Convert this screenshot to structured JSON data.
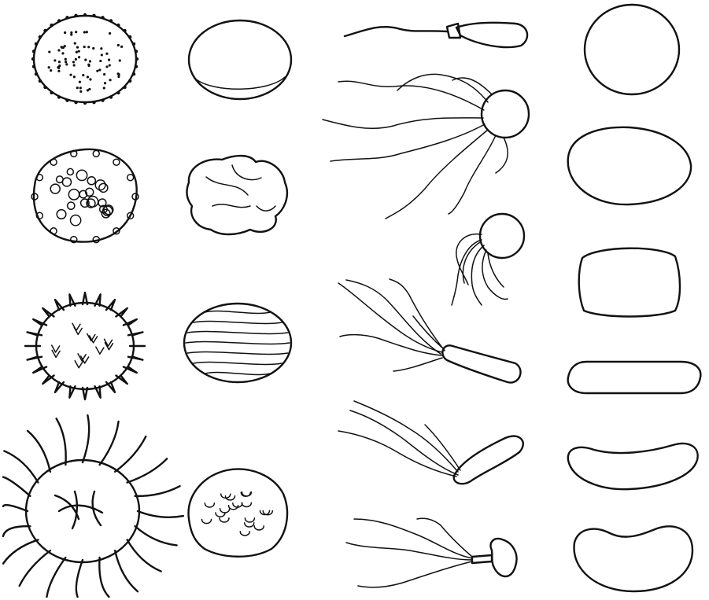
{
  "figure": {
    "ink": "#111111",
    "paper": "#ffffff"
  },
  "columns": [
    {
      "name": "ornamented-spheres",
      "rows": [
        {
          "icon": "dotted-sphere-icon"
        },
        {
          "icon": "bumpy-sphere-icon"
        },
        {
          "icon": "spiny-sphere-icon"
        },
        {
          "icon": "long-spined-sphere-icon"
        }
      ]
    },
    {
      "name": "plain-bodies",
      "rows": [
        {
          "icon": "smooth-disc-icon"
        },
        {
          "icon": "wrinkled-body-icon"
        },
        {
          "icon": "banded-body-icon"
        },
        {
          "icon": "cratered-body-icon"
        }
      ]
    },
    {
      "name": "flagellated-cells",
      "rows": [
        {
          "icon": "single-flagellum-cell-icon"
        },
        {
          "icon": "multi-flagella-round-cell-icon"
        },
        {
          "icon": "tufted-round-cell-icon"
        },
        {
          "icon": "rod-with-flagella-icon"
        },
        {
          "icon": "curved-rod-with-flagella-icon"
        },
        {
          "icon": "stalked-cell-with-flagella-icon"
        }
      ]
    },
    {
      "name": "cell-outlines",
      "rows": [
        {
          "icon": "circle-outline-icon"
        },
        {
          "icon": "oval-outline-icon"
        },
        {
          "icon": "rounded-square-outline-icon"
        },
        {
          "icon": "capsule-outline-icon"
        },
        {
          "icon": "curved-capsule-outline-icon"
        },
        {
          "icon": "bean-outline-icon"
        }
      ]
    }
  ]
}
